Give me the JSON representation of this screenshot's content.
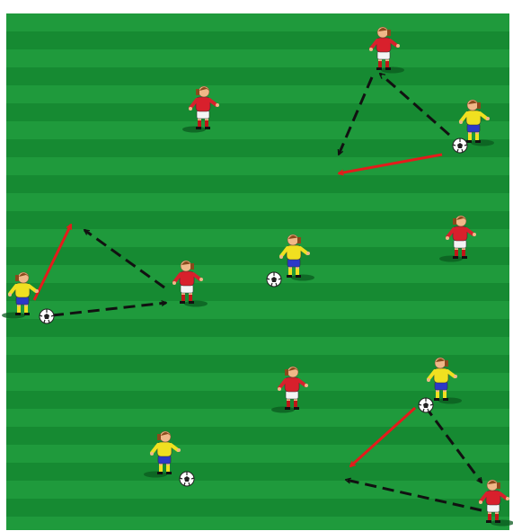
{
  "diagram": {
    "pitch": {
      "stripe_light": "#1f9a3c",
      "stripe_dark": "#168a32",
      "frame_color": "#ffffff"
    },
    "colors": {
      "red_team_shirt": "#d8202c",
      "red_team_shorts": "#f4f4f4",
      "red_team_socks": "#c01818",
      "yellow_team_shirt": "#f0e020",
      "yellow_team_shorts": "#2c38c8",
      "yellow_team_socks": "#f0e020",
      "skin": "#f0b888",
      "hair": "#8a4a1c",
      "pass_arrow": "#111111",
      "run_arrow": "#e41b1b"
    },
    "players": [
      {
        "team": "red",
        "icon": "player-red-icon",
        "facing": "left"
      },
      {
        "team": "red",
        "icon": "player-red-icon",
        "facing": "right"
      },
      {
        "team": "yellow",
        "icon": "player-yellow-icon",
        "facing": "left",
        "with_ball": true
      },
      {
        "team": "yellow",
        "icon": "player-yellow-icon",
        "facing": "right",
        "with_ball": true
      },
      {
        "team": "red",
        "icon": "player-red-icon",
        "facing": "left"
      },
      {
        "team": "yellow",
        "icon": "player-yellow-icon",
        "facing": "left",
        "with_ball": true
      },
      {
        "team": "red",
        "icon": "player-red-icon",
        "facing": "right"
      },
      {
        "team": "red",
        "icon": "player-red-icon",
        "facing": "right"
      },
      {
        "team": "yellow",
        "icon": "player-yellow-icon",
        "facing": "left",
        "with_ball": true
      },
      {
        "team": "yellow",
        "icon": "player-yellow-icon",
        "facing": "right",
        "with_ball": true
      },
      {
        "team": "red",
        "icon": "player-red-icon",
        "facing": "left"
      }
    ],
    "arrows": [
      {
        "group": "top-right",
        "kind": "pass",
        "icon": "pass-arrow-icon"
      },
      {
        "group": "top-right",
        "kind": "pass",
        "icon": "pass-arrow-icon"
      },
      {
        "group": "top-right",
        "kind": "run",
        "icon": "run-arrow-icon"
      },
      {
        "group": "middle-left",
        "kind": "pass",
        "icon": "pass-arrow-icon"
      },
      {
        "group": "middle-left",
        "kind": "pass",
        "icon": "pass-arrow-icon"
      },
      {
        "group": "middle-left",
        "kind": "run",
        "icon": "run-arrow-icon"
      },
      {
        "group": "bottom-right",
        "kind": "pass",
        "icon": "pass-arrow-icon"
      },
      {
        "group": "bottom-right",
        "kind": "pass",
        "icon": "pass-arrow-icon"
      },
      {
        "group": "bottom-right",
        "kind": "run",
        "icon": "run-arrow-icon"
      }
    ]
  }
}
